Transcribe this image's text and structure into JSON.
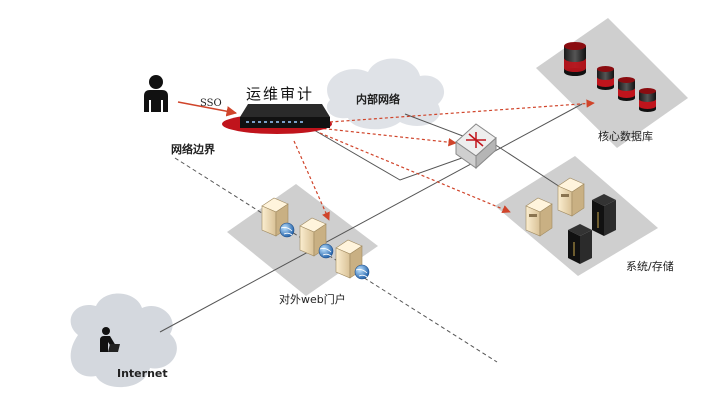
{
  "labels": {
    "audit": "运维审计",
    "sso": "SSO",
    "internal_network": "内部网络",
    "network_border": "网络边界",
    "core_database": "核心数据库",
    "system_storage": "系统/存储",
    "web_portal": "对外web门户",
    "internet": "Internet"
  },
  "colors": {
    "audit_arrow": "#d0442a",
    "device_red": "#c0141c",
    "platform": "#cfcfcf",
    "cloud": "#d9dde3",
    "line": "#555555"
  },
  "icons": [
    "user-icon",
    "audit-appliance-icon",
    "router-icon",
    "database-icon",
    "server-icon",
    "storage-server-icon",
    "globe-icon",
    "cloud-icon",
    "laptop-user-icon"
  ]
}
